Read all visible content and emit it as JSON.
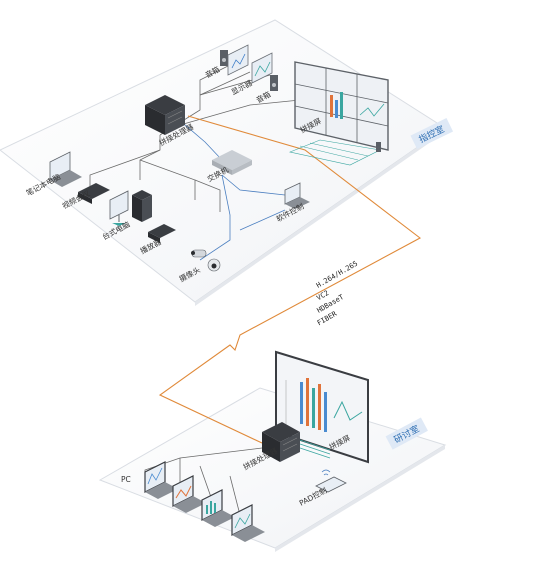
{
  "rooms": {
    "control_room": "指控室",
    "meeting_room": "研讨室"
  },
  "labels": {
    "speaker_left": "音箱",
    "monitor": "显示器",
    "speaker_right": "音箱",
    "splicing_processor_top": "拼接处理器",
    "video_wall_top": "拼接屏",
    "switch": "交换机",
    "laptop": "笔记本电脑",
    "video_conference": "视频会议",
    "desktop_pc": "台式电脑",
    "player": "播放器",
    "software_control": "软件控制",
    "camera": "摄像头",
    "splicing_processor_bottom": "拼接处理器",
    "video_wall_bottom": "拼接屏",
    "pad_control": "PAD控制",
    "pc": "PC"
  },
  "protocols": [
    "H.264/H.265",
    "VC2",
    "HDBaseT",
    "FIBER"
  ],
  "colors": {
    "link_orange": "#e08a3a",
    "network_blue": "#4b7fc0",
    "room_tag": "#2f6fb3"
  }
}
